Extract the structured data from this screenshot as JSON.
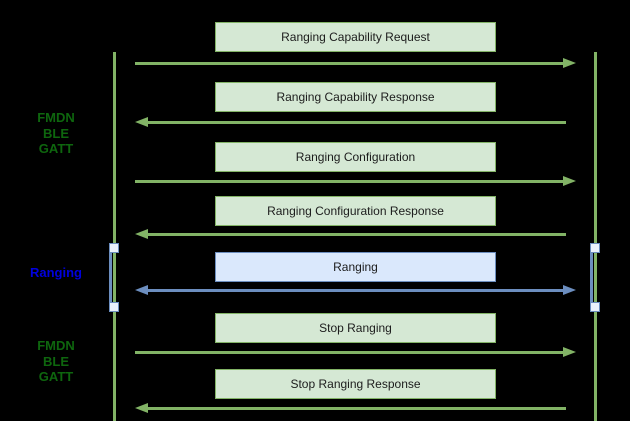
{
  "diagram": {
    "title": "FMDN ranging sequence diagram",
    "background": "#000000",
    "colors": {
      "gatt_stroke": "#82b366",
      "gatt_fill": "#d5e8d4",
      "ranging_stroke": "#6c8ebf",
      "ranging_fill": "#dae8fc",
      "activation_fill": "#eaf1fb",
      "box_text": "#1c1c1c",
      "phase_green": "#0e660e",
      "phase_blue": "#0000dd"
    },
    "phase_labels": [
      {
        "id": "fmdn-ble-gatt-top",
        "lines": [
          "FMDN",
          "BLE",
          "GATT"
        ],
        "color": "#0e660e"
      },
      {
        "id": "ranging",
        "lines": [
          "Ranging"
        ],
        "color": "#0000dd"
      },
      {
        "id": "fmdn-ble-gatt-bottom",
        "lines": [
          "FMDN",
          "BLE",
          "GATT"
        ],
        "color": "#0e660e"
      }
    ],
    "messages": [
      {
        "label": "Ranging Capability Request",
        "style": "gatt",
        "direction": "right"
      },
      {
        "label": "Ranging Capability Response",
        "style": "gatt",
        "direction": "left"
      },
      {
        "label": "Ranging Configuration",
        "style": "gatt",
        "direction": "right"
      },
      {
        "label": "Ranging Configuration Response",
        "style": "gatt",
        "direction": "left"
      },
      {
        "label": "Ranging",
        "style": "ranging",
        "direction": "both"
      },
      {
        "label": "Stop Ranging",
        "style": "gatt",
        "direction": "right"
      },
      {
        "label": "Stop Ranging Response",
        "style": "gatt",
        "direction": "left"
      }
    ]
  }
}
